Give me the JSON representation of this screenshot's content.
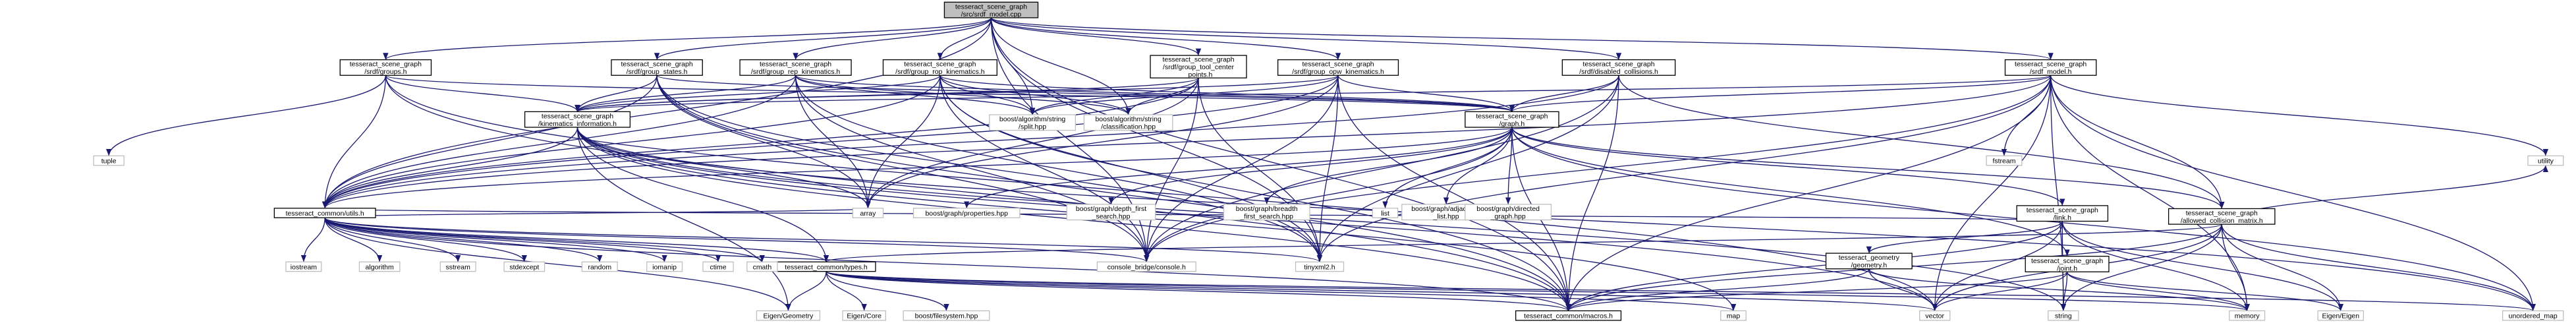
{
  "diagram": {
    "colors": {
      "edge": "#191970",
      "root_fill": "#bfbfbf",
      "node_border": "#000000",
      "external_border": "#bfbfbf"
    },
    "nodes": [
      {
        "id": "root",
        "lines": [
          "tesseract_scene_graph",
          "/src/srdf_model.cpp"
        ],
        "kind": "root"
      },
      {
        "id": "groups",
        "lines": [
          "tesseract_scene_graph",
          "/srdf/groups.h"
        ],
        "kind": "doc"
      },
      {
        "id": "group_states",
        "lines": [
          "tesseract_scene_graph",
          "/srdf/group_states.h"
        ],
        "kind": "doc"
      },
      {
        "id": "group_rep_kin",
        "lines": [
          "tesseract_scene_graph",
          "/srdf/group_rep_kinematics.h"
        ],
        "kind": "doc"
      },
      {
        "id": "group_rop_kin",
        "lines": [
          "tesseract_scene_graph",
          "/srdf/group_rop_kinematics.h"
        ],
        "kind": "doc"
      },
      {
        "id": "group_tcp",
        "lines": [
          "tesseract_scene_graph",
          "/srdf/group_tool_center",
          "_points.h"
        ],
        "kind": "doc"
      },
      {
        "id": "group_opw_kin",
        "lines": [
          "tesseract_scene_graph",
          "/srdf/group_opw_kinematics.h"
        ],
        "kind": "doc"
      },
      {
        "id": "disabled_coll",
        "lines": [
          "tesseract_scene_graph",
          "/srdf/disabled_collisions.h"
        ],
        "kind": "doc"
      },
      {
        "id": "srdf_model",
        "lines": [
          "tesseract_scene_graph",
          "/srdf_model.h"
        ],
        "kind": "doc"
      },
      {
        "id": "kin_info",
        "lines": [
          "tesseract_scene_graph",
          "/kinematics_information.h"
        ],
        "kind": "doc"
      },
      {
        "id": "graph",
        "lines": [
          "tesseract_scene_graph",
          "/graph.h"
        ],
        "kind": "doc"
      },
      {
        "id": "link",
        "lines": [
          "tesseract_scene_graph",
          "/link.h"
        ],
        "kind": "doc"
      },
      {
        "id": "acm",
        "lines": [
          "tesseract_scene_graph",
          "/allowed_collision_matrix.h"
        ],
        "kind": "doc"
      },
      {
        "id": "joint",
        "lines": [
          "tesseract_scene_graph",
          "/joint.h"
        ],
        "kind": "doc"
      },
      {
        "id": "geometry",
        "lines": [
          "tesseract_geometry",
          "/geometry.h"
        ],
        "kind": "doc"
      },
      {
        "id": "utils",
        "lines": [
          "tesseract_common/utils.h"
        ],
        "kind": "doc"
      },
      {
        "id": "types",
        "lines": [
          "tesseract_common/types.h"
        ],
        "kind": "doc"
      },
      {
        "id": "macros",
        "lines": [
          "tesseract_common/macros.h"
        ],
        "kind": "doc"
      },
      {
        "id": "tuple",
        "lines": [
          "tuple"
        ],
        "kind": "ext"
      },
      {
        "id": "split",
        "lines": [
          "boost/algorithm/string",
          "/split.hpp"
        ],
        "kind": "ext"
      },
      {
        "id": "classification",
        "lines": [
          "boost/algorithm/string",
          "/classification.hpp"
        ],
        "kind": "ext"
      },
      {
        "id": "fstream",
        "lines": [
          "fstream"
        ],
        "kind": "ext"
      },
      {
        "id": "utility",
        "lines": [
          "utility"
        ],
        "kind": "ext"
      },
      {
        "id": "array",
        "lines": [
          "array"
        ],
        "kind": "ext"
      },
      {
        "id": "properties",
        "lines": [
          "boost/graph/properties.hpp"
        ],
        "kind": "ext"
      },
      {
        "id": "depth_first",
        "lines": [
          "boost/graph/depth_first",
          "_search.hpp"
        ],
        "kind": "ext"
      },
      {
        "id": "breadth_first",
        "lines": [
          "boost/graph/breadth",
          "_first_search.hpp"
        ],
        "kind": "ext"
      },
      {
        "id": "list",
        "lines": [
          "list"
        ],
        "kind": "ext"
      },
      {
        "id": "adjacency",
        "lines": [
          "boost/graph/adjacency",
          "_list.hpp"
        ],
        "kind": "ext"
      },
      {
        "id": "directed",
        "lines": [
          "boost/graph/directed",
          "_graph.hpp"
        ],
        "kind": "ext"
      },
      {
        "id": "tinyxml",
        "lines": [
          "tinyxml2.h"
        ],
        "kind": "ext"
      },
      {
        "id": "console",
        "lines": [
          "console_bridge/console.h"
        ],
        "kind": "ext"
      },
      {
        "id": "random",
        "lines": [
          "random"
        ],
        "kind": "ext"
      },
      {
        "id": "iomanip",
        "lines": [
          "iomanip"
        ],
        "kind": "ext"
      },
      {
        "id": "ctime",
        "lines": [
          "ctime"
        ],
        "kind": "ext"
      },
      {
        "id": "cmath",
        "lines": [
          "cmath"
        ],
        "kind": "ext"
      },
      {
        "id": "iostream",
        "lines": [
          "iostream"
        ],
        "kind": "ext"
      },
      {
        "id": "algorithm",
        "lines": [
          "algorithm"
        ],
        "kind": "ext"
      },
      {
        "id": "sstream",
        "lines": [
          "sstream"
        ],
        "kind": "ext"
      },
      {
        "id": "stdexcept",
        "lines": [
          "stdexcept"
        ],
        "kind": "ext"
      },
      {
        "id": "eigen_geometry",
        "lines": [
          "Eigen/Geometry"
        ],
        "kind": "ext"
      },
      {
        "id": "eigen_core",
        "lines": [
          "Eigen/Core"
        ],
        "kind": "ext"
      },
      {
        "id": "filesystem",
        "lines": [
          "boost/filesystem.hpp"
        ],
        "kind": "ext"
      },
      {
        "id": "map",
        "lines": [
          "map"
        ],
        "kind": "ext"
      },
      {
        "id": "vector",
        "lines": [
          "vector"
        ],
        "kind": "ext"
      },
      {
        "id": "string",
        "lines": [
          "string"
        ],
        "kind": "ext"
      },
      {
        "id": "memory",
        "lines": [
          "memory"
        ],
        "kind": "ext"
      },
      {
        "id": "eigen",
        "lines": [
          "Eigen/Eigen"
        ],
        "kind": "ext"
      },
      {
        "id": "unordered_map",
        "lines": [
          "unordered_map"
        ],
        "kind": "ext"
      }
    ],
    "edges": [
      [
        "root",
        "groups"
      ],
      [
        "root",
        "group_states"
      ],
      [
        "root",
        "group_rep_kin"
      ],
      [
        "root",
        "group_rop_kin"
      ],
      [
        "root",
        "group_tcp"
      ],
      [
        "root",
        "group_opw_kin"
      ],
      [
        "root",
        "disabled_coll"
      ],
      [
        "root",
        "srdf_model"
      ],
      [
        "root",
        "split"
      ],
      [
        "root",
        "classification"
      ],
      [
        "root",
        "utils"
      ],
      [
        "root",
        "console"
      ],
      [
        "root",
        "tinyxml"
      ],
      [
        "root",
        "macros"
      ],
      [
        "groups",
        "tuple"
      ],
      [
        "groups",
        "kin_info"
      ],
      [
        "groups",
        "utils"
      ],
      [
        "groups",
        "graph"
      ],
      [
        "groups",
        "macros"
      ],
      [
        "groups",
        "vector"
      ],
      [
        "group_states",
        "kin_info"
      ],
      [
        "group_states",
        "graph"
      ],
      [
        "group_states",
        "utils"
      ],
      [
        "group_states",
        "array"
      ],
      [
        "group_states",
        "console"
      ],
      [
        "group_states",
        "tinyxml"
      ],
      [
        "group_states",
        "macros"
      ],
      [
        "group_rep_kin",
        "kin_info"
      ],
      [
        "group_rep_kin",
        "graph"
      ],
      [
        "group_rep_kin",
        "utils"
      ],
      [
        "group_rep_kin",
        "array"
      ],
      [
        "group_rep_kin",
        "console"
      ],
      [
        "group_rep_kin",
        "tinyxml"
      ],
      [
        "group_rep_kin",
        "split"
      ],
      [
        "group_rep_kin",
        "classification"
      ],
      [
        "group_rop_kin",
        "kin_info"
      ],
      [
        "group_rop_kin",
        "graph"
      ],
      [
        "group_rop_kin",
        "utils"
      ],
      [
        "group_rop_kin",
        "array"
      ],
      [
        "group_rop_kin",
        "console"
      ],
      [
        "group_rop_kin",
        "tinyxml"
      ],
      [
        "group_rop_kin",
        "split"
      ],
      [
        "group_rop_kin",
        "classification"
      ],
      [
        "group_rop_kin",
        "macros"
      ],
      [
        "group_tcp",
        "kin_info"
      ],
      [
        "group_tcp",
        "utils"
      ],
      [
        "group_tcp",
        "array"
      ],
      [
        "group_tcp",
        "console"
      ],
      [
        "group_tcp",
        "tinyxml"
      ],
      [
        "group_tcp",
        "split"
      ],
      [
        "group_tcp",
        "classification"
      ],
      [
        "group_opw_kin",
        "kin_info"
      ],
      [
        "group_opw_kin",
        "graph"
      ],
      [
        "group_opw_kin",
        "utils"
      ],
      [
        "group_opw_kin",
        "array"
      ],
      [
        "group_opw_kin",
        "console"
      ],
      [
        "group_opw_kin",
        "tinyxml"
      ],
      [
        "group_opw_kin",
        "split"
      ],
      [
        "group_opw_kin",
        "macros"
      ],
      [
        "disabled_coll",
        "acm"
      ],
      [
        "disabled_coll",
        "graph"
      ],
      [
        "disabled_coll",
        "utils"
      ],
      [
        "disabled_coll",
        "console"
      ],
      [
        "disabled_coll",
        "tinyxml"
      ],
      [
        "disabled_coll",
        "macros"
      ],
      [
        "srdf_model",
        "fstream"
      ],
      [
        "srdf_model",
        "utility"
      ],
      [
        "srdf_model",
        "kin_info"
      ],
      [
        "srdf_model",
        "graph"
      ],
      [
        "srdf_model",
        "acm"
      ],
      [
        "srdf_model",
        "utils"
      ],
      [
        "srdf_model",
        "console"
      ],
      [
        "srdf_model",
        "tinyxml"
      ],
      [
        "srdf_model",
        "macros"
      ],
      [
        "srdf_model",
        "memory"
      ],
      [
        "srdf_model",
        "string"
      ],
      [
        "srdf_model",
        "vector"
      ],
      [
        "srdf_model",
        "unordered_map"
      ],
      [
        "kin_info",
        "utils"
      ],
      [
        "kin_info",
        "types"
      ],
      [
        "kin_info",
        "macros"
      ],
      [
        "kin_info",
        "array"
      ],
      [
        "kin_info",
        "eigen_geometry"
      ],
      [
        "kin_info",
        "map"
      ],
      [
        "kin_info",
        "vector"
      ],
      [
        "kin_info",
        "string"
      ],
      [
        "kin_info",
        "unordered_map"
      ],
      [
        "graph",
        "properties"
      ],
      [
        "graph",
        "depth_first"
      ],
      [
        "graph",
        "breadth_first"
      ],
      [
        "graph",
        "list"
      ],
      [
        "graph",
        "adjacency"
      ],
      [
        "graph",
        "directed"
      ],
      [
        "graph",
        "link"
      ],
      [
        "graph",
        "joint"
      ],
      [
        "graph",
        "acm"
      ],
      [
        "graph",
        "macros"
      ],
      [
        "graph",
        "utils"
      ],
      [
        "graph",
        "console"
      ],
      [
        "graph",
        "unordered_map"
      ],
      [
        "link",
        "geometry"
      ],
      [
        "link",
        "macros"
      ],
      [
        "link",
        "eigen"
      ],
      [
        "link",
        "vector"
      ],
      [
        "link",
        "string"
      ],
      [
        "link",
        "memory"
      ],
      [
        "link",
        "utils"
      ],
      [
        "acm",
        "macros"
      ],
      [
        "acm",
        "eigen"
      ],
      [
        "acm",
        "types"
      ],
      [
        "acm",
        "utility"
      ],
      [
        "acm",
        "vector"
      ],
      [
        "acm",
        "string"
      ],
      [
        "acm",
        "memory"
      ],
      [
        "acm",
        "unordered_map"
      ],
      [
        "joint",
        "macros"
      ],
      [
        "joint",
        "eigen"
      ],
      [
        "joint",
        "string"
      ],
      [
        "joint",
        "memory"
      ],
      [
        "joint",
        "vector"
      ],
      [
        "geometry",
        "macros"
      ],
      [
        "geometry",
        "vector"
      ],
      [
        "geometry",
        "memory"
      ],
      [
        "utils",
        "iostream"
      ],
      [
        "utils",
        "algorithm"
      ],
      [
        "utils",
        "sstream"
      ],
      [
        "utils",
        "stdexcept"
      ],
      [
        "utils",
        "random"
      ],
      [
        "utils",
        "iomanip"
      ],
      [
        "utils",
        "ctime"
      ],
      [
        "utils",
        "cmath"
      ],
      [
        "utils",
        "console"
      ],
      [
        "utils",
        "tinyxml"
      ],
      [
        "utils",
        "types"
      ],
      [
        "utils",
        "eigen_geometry"
      ],
      [
        "utils",
        "array"
      ],
      [
        "utils",
        "macros"
      ],
      [
        "types",
        "macros"
      ],
      [
        "types",
        "eigen_geometry"
      ],
      [
        "types",
        "eigen_core"
      ],
      [
        "types",
        "filesystem"
      ],
      [
        "types",
        "vector"
      ],
      [
        "types",
        "map"
      ],
      [
        "types",
        "memory"
      ],
      [
        "types",
        "unordered_map"
      ]
    ]
  }
}
